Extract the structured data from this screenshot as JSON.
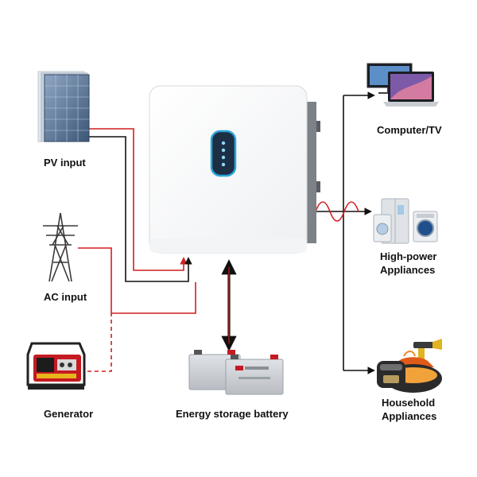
{
  "labels": {
    "pv_input": "PV input",
    "ac_input": "AC input",
    "generator": "Generator",
    "battery": "Energy storage battery",
    "computer_tv": "Computer/TV",
    "high_power_line1": "High-power",
    "high_power_line2": "Appliances",
    "household_line1": "Household",
    "household_line2": "Appliances"
  },
  "colors": {
    "dc_line": "#111111",
    "ac_line": "#d21f1f",
    "inverter_body": "#ffffff",
    "display_accent": "#2aa6d9",
    "battery": "#c9ccd0"
  },
  "icons": [
    "solar-panel-icon",
    "power-tower-icon",
    "generator-icon",
    "inverter-icon",
    "battery-icon",
    "tv-laptop-icon",
    "fridge-washer-icon",
    "kitchen-appliances-icon",
    "ac-wave-icon"
  ]
}
